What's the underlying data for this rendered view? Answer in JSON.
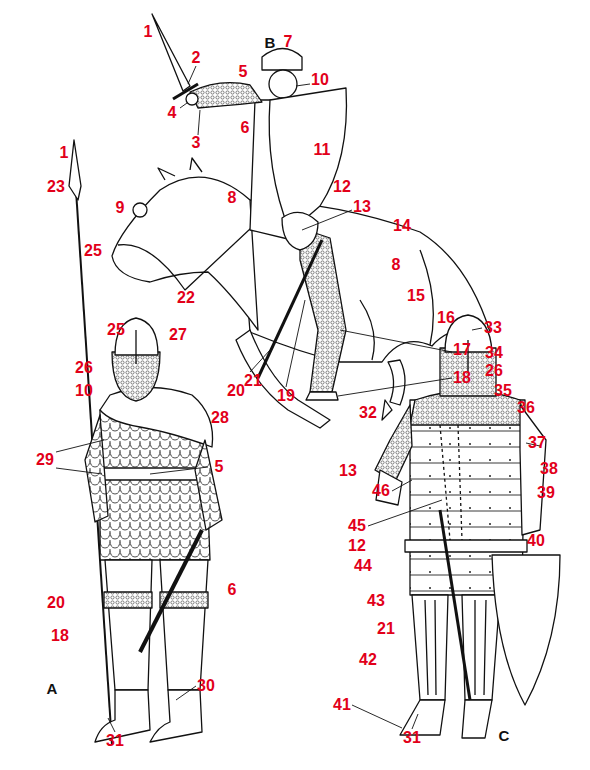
{
  "diagram": {
    "labels": [
      "1",
      "B",
      "7",
      "2",
      "5",
      "10",
      "4",
      "6",
      "3",
      "11",
      "1",
      "23",
      "12",
      "8",
      "9",
      "13",
      "14",
      "25",
      "8",
      "15",
      "16",
      "22",
      "25",
      "27",
      "33",
      "17",
      "34",
      "26",
      "26",
      "18",
      "21",
      "20",
      "19",
      "10",
      "35",
      "36",
      "32",
      "28",
      "37",
      "29",
      "5",
      "13",
      "38",
      "46",
      "39",
      "45",
      "40",
      "12",
      "44",
      "6",
      "20",
      "43",
      "21",
      "18",
      "42",
      "A",
      "30",
      "41",
      "C",
      "31",
      "31"
    ]
  }
}
